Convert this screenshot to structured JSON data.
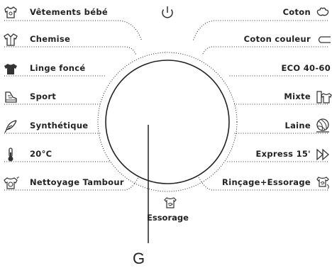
{
  "left_programs": [
    {
      "label": "Vêtements bébé",
      "icon": "baby-clothes-icon"
    },
    {
      "label": "Chemise",
      "icon": "shirt-icon"
    },
    {
      "label": "Linge foncé",
      "icon": "dark-tshirt-icon"
    },
    {
      "label": "Sport",
      "icon": "sport-shoe-icon"
    },
    {
      "label": "Synthétique",
      "icon": "feather-icon"
    },
    {
      "label": "20°C",
      "icon": "thermometer-icon"
    },
    {
      "label": "Nettoyage Tambour",
      "icon": "drum-clean-icon"
    }
  ],
  "right_programs": [
    {
      "label": "Coton",
      "icon": "cotton-flower-icon"
    },
    {
      "label": "Coton couleur",
      "icon": "color-cotton-icon"
    },
    {
      "label": "ECO 40-60",
      "icon": "eco-icon"
    },
    {
      "label": "Mixte",
      "icon": "mixed-clothes-icon"
    },
    {
      "label": "Laine",
      "icon": "wool-ball-icon"
    },
    {
      "label": "Express 15'",
      "icon": "fast-forward-icon"
    },
    {
      "label": "Rinçage+Essorage",
      "icon": "rinse-spin-icon"
    }
  ],
  "bottom_program": {
    "label": "Essorage",
    "icon": "spin-icon"
  },
  "power": {
    "icon": "power-icon"
  },
  "callout": {
    "label": "G"
  }
}
